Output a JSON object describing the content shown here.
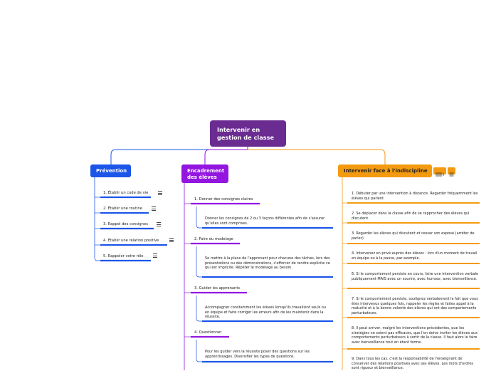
{
  "root": {
    "title": "Intervenir en gestion de classe"
  },
  "colors": {
    "root": "#6b2c91",
    "prevention": "#1c55e8",
    "encadrement": "#9316e0",
    "intervenir": "#f49a10"
  },
  "prevention": {
    "title": "Prévention",
    "items": [
      {
        "label": "1. Établir un code de vie"
      },
      {
        "label": "2. Établir une routine"
      },
      {
        "label": "3. Rappel des consignes"
      },
      {
        "label": "4. Établir une relation positive"
      },
      {
        "label": "5. Rappeler votre rôle"
      }
    ]
  },
  "encadrement": {
    "title": "Encadrement des élèves",
    "items": [
      {
        "label": "1. Donner des consignes claires",
        "detail": "Donner les consignes de 2 ou 3 façons différentes afin de s'assurer qu'elles sont comprises."
      },
      {
        "label": "2. Faire du modelage",
        "detail": "Se mettre à la place de l'apprenant pour chacune des tâches, lors des présentations ou des démonstrations, s'efforcer de rendre explicite ce qui est implicite.  Répéter le modelage au besoin."
      },
      {
        "label": "3. Guider les apprenants",
        "detail": "Accompagner constamment les élèves lorsqu'ils travaillent seuls ou en équipe et faire corriger les erreurs afin de les maintenir dans la réussite."
      },
      {
        "label": "4. Questionner",
        "detail": "Pour les guider vers la réussite poser des questions sur les apprentissages.  Diversifier les types de questions."
      }
    ]
  },
  "intervenir": {
    "title": "Intervenir face à l'indiscipline",
    "items": [
      {
        "text": "1.  Débuter par une intervention à distance.  Regarder fréquemment les élèves qui parlent."
      },
      {
        "text": "2.  Se déplacer dans la classe afin de se rapprocher des élèves qui discutent."
      },
      {
        "text": "3. Regarder les élèves qui discutent et cesser son exposé (arrêter de parler)."
      },
      {
        "text": "4. Intervenez en privé auprès des élèves : lors d'un moment de travail en équipe ou à la pause, par exemple."
      },
      {
        "text": "6. Si le comportement persiste en cours, faire une intervention verbale publiquement MAIS avec un sourire, avec humour, avec bienveillance."
      },
      {
        "text": "7. Si le comportement persiste, soulignez verbalement le fait que vous êtes intervenus quelques fois, rappeler les règles et faites appel à la maturité et à la bonne volonté des élèves qui ont des comportements perturbateurs."
      },
      {
        "text": "8. Il peut arriver, malgré les interventions précédentes, que les stratégies ne soient pas efficaces, que l'on doive inviter les élèves aux comportements perturbateurs à sortir de la classe. Il faut alors le faire avec bienveillance tout en étant ferme."
      },
      {
        "text": "9. Dans tous les cas, c'est la responsabilité de l'enseignant de conserver des relations positives avec ses élèves.  Les mots d'ordres sont rigueur et bienveillance."
      }
    ]
  }
}
